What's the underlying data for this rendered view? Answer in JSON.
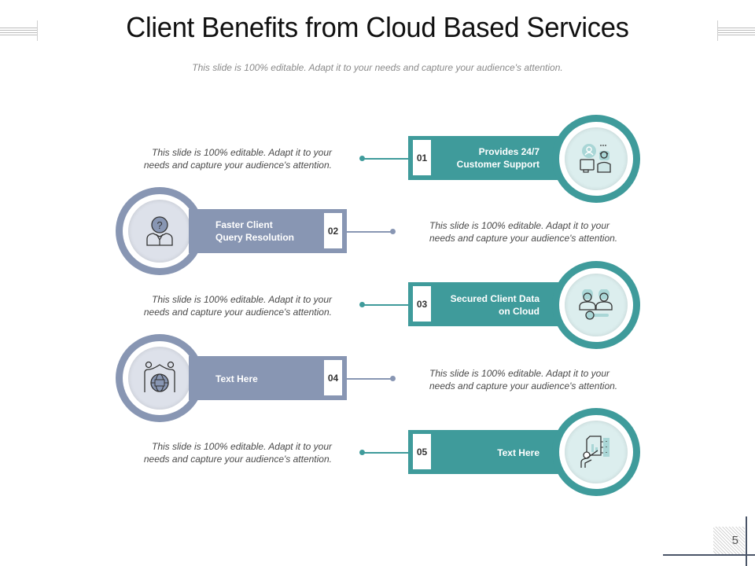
{
  "title": "Client Benefits from Cloud Based Services",
  "subtitle": "This slide is 100% editable. Adapt it to your needs and capture your audience's attention.",
  "colors": {
    "teal": "#3f9b9b",
    "slate": "#8896b3",
    "teal_light": "#dceeee",
    "slate_light": "#dde1ea"
  },
  "items": [
    {
      "number": "01",
      "label_line1": "Provides 24/7",
      "label_line2": "Customer Support",
      "desc_line1": "This slide is 100% editable. Adapt it to your",
      "desc_line2": "needs and capture your audience's attention.",
      "icon": "customer-support-icon"
    },
    {
      "number": "02",
      "label_line1": "Faster Client",
      "label_line2": "Query Resolution",
      "desc_line1": "This slide is 100% editable. Adapt it to your",
      "desc_line2": "needs and capture your audience's attention.",
      "icon": "query-person-icon"
    },
    {
      "number": "03",
      "label_line1": "Secured Client Data",
      "label_line2": "on Cloud",
      "desc_line1": "This slide is 100% editable. Adapt it to your",
      "desc_line2": "needs and capture your audience's attention.",
      "icon": "secured-clients-icon"
    },
    {
      "number": "04",
      "label_line1": "Text Here",
      "label_line2": "",
      "desc_line1": "This slide is 100% editable. Adapt it to your",
      "desc_line2": "needs and capture your audience's attention.",
      "icon": "global-protection-icon"
    },
    {
      "number": "05",
      "label_line1": "Text Here",
      "label_line2": "",
      "desc_line1": "This slide is 100% editable. Adapt it to your",
      "desc_line2": "needs and capture your audience's attention.",
      "icon": "presentation-icon"
    }
  ],
  "page_number": "5"
}
